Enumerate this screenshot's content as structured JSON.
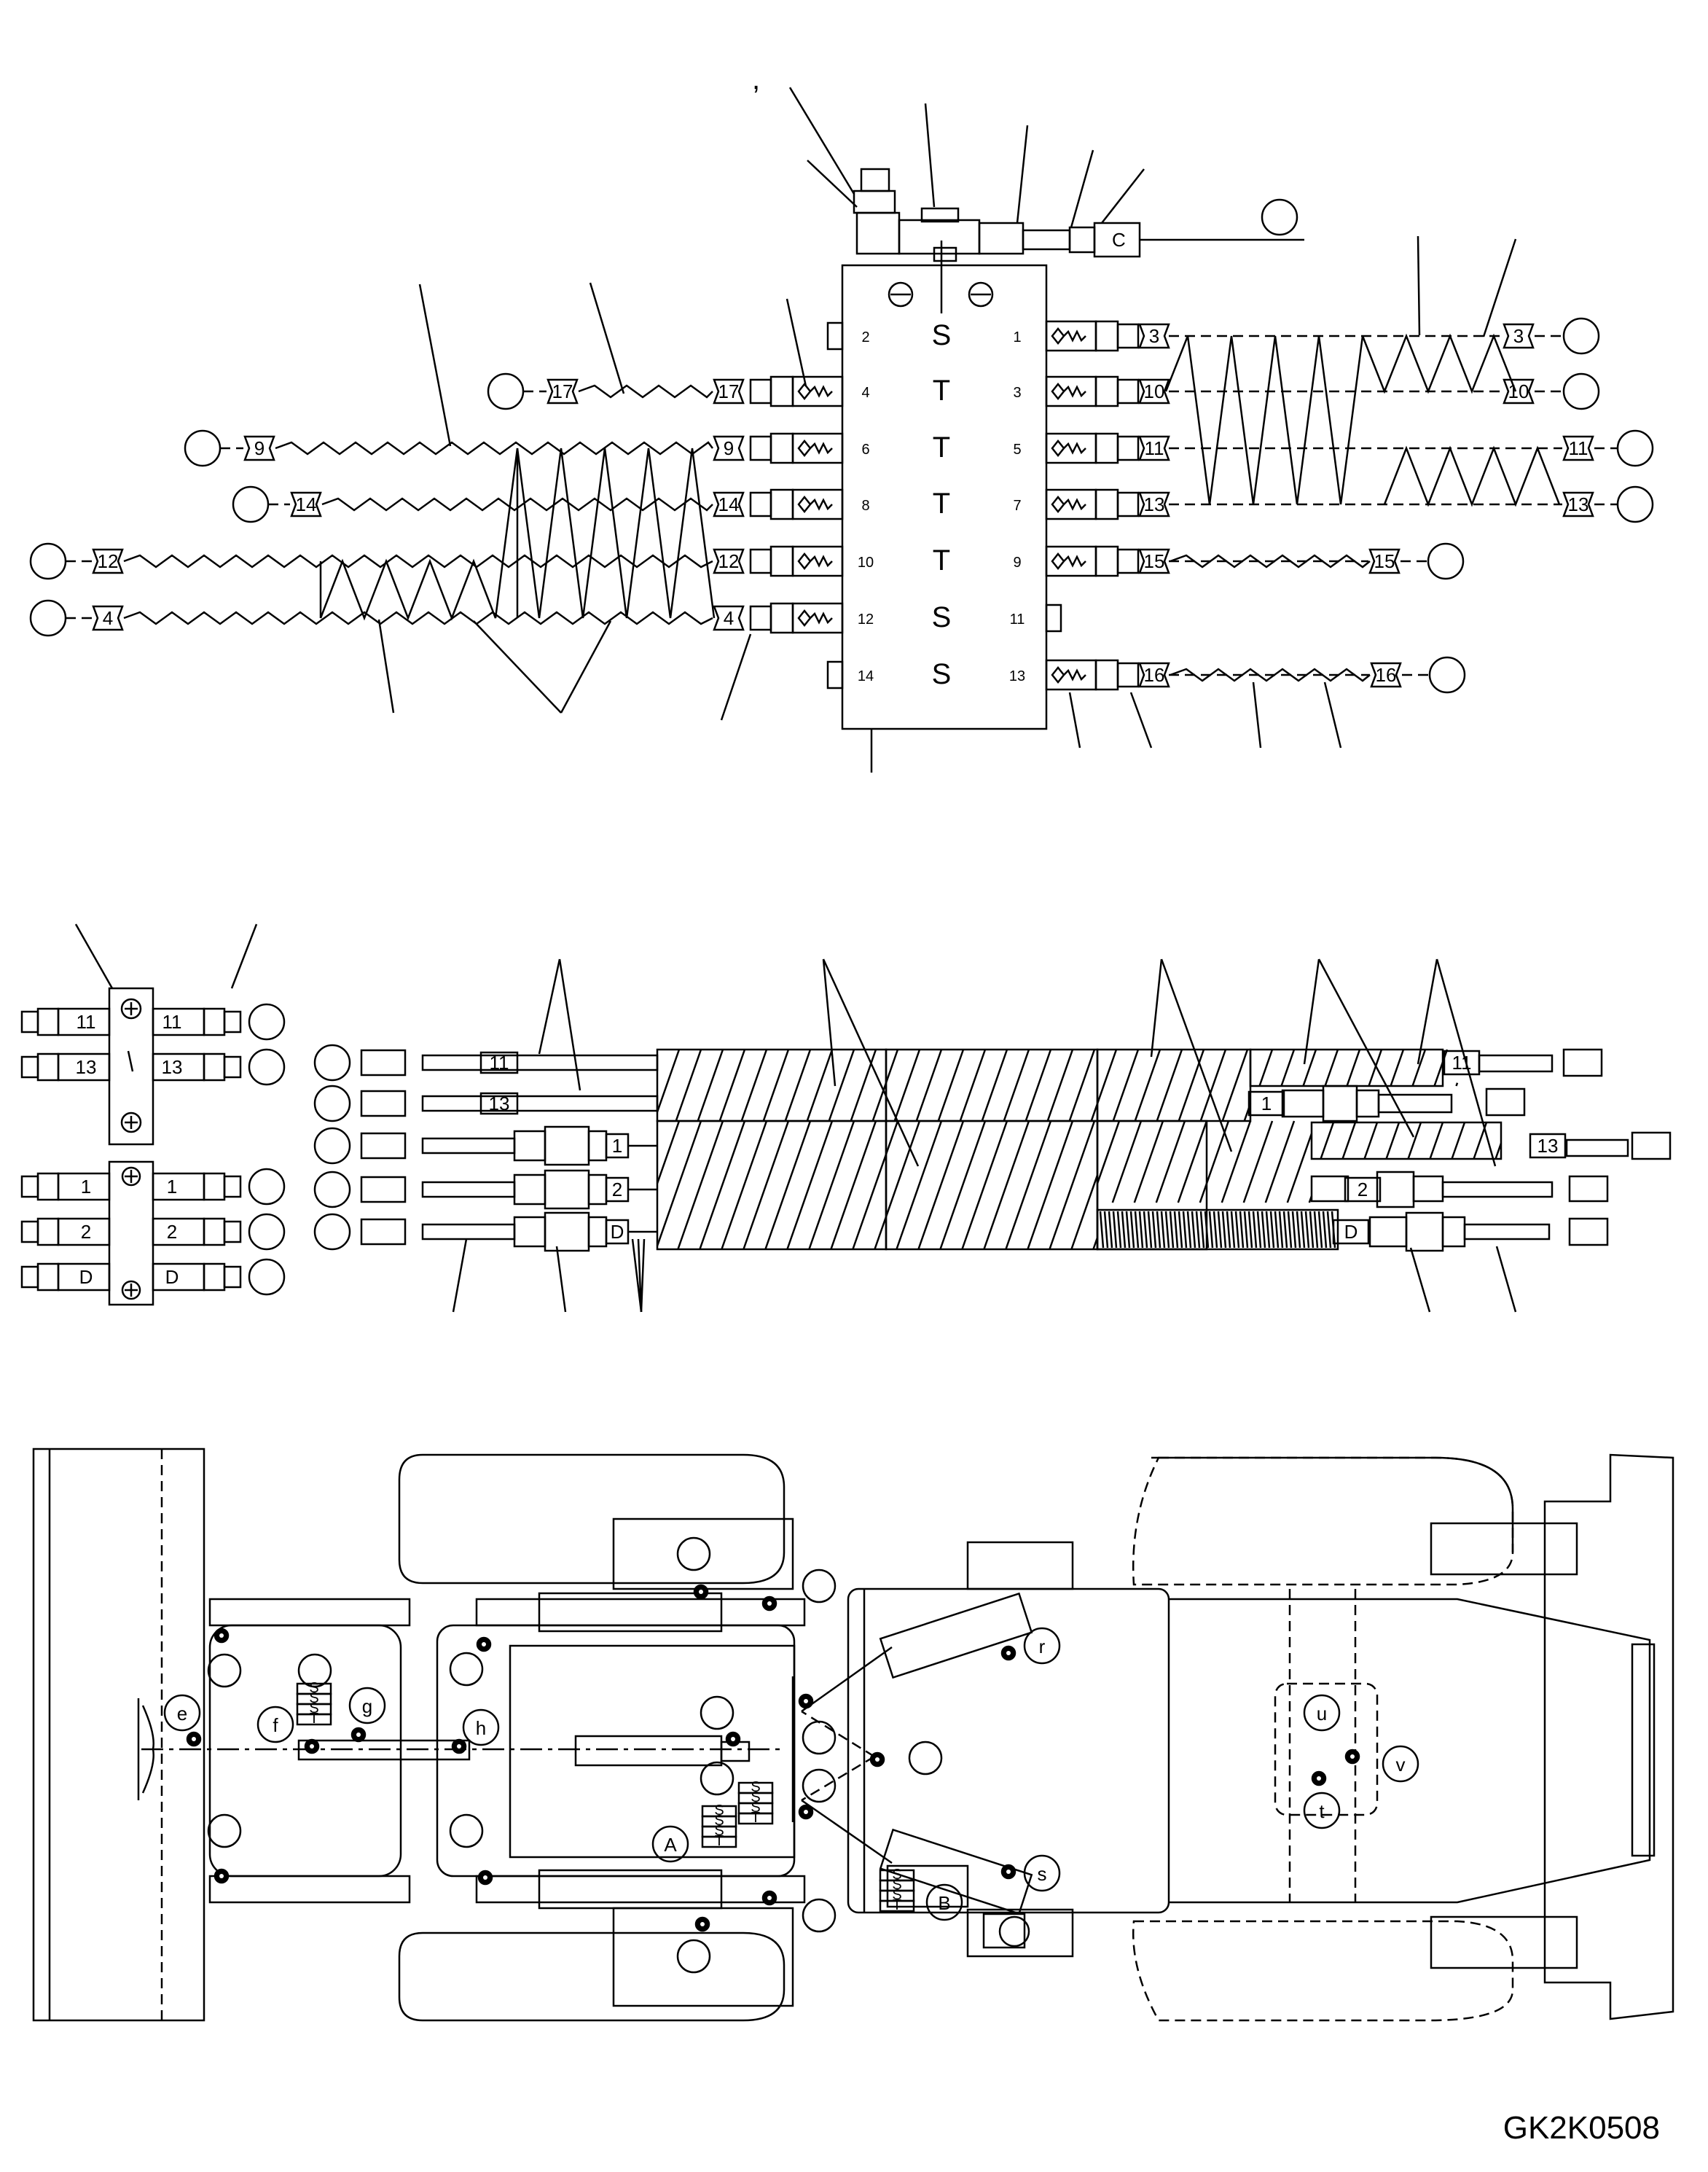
{
  "drawing_code": "GK2K0508",
  "colors": {
    "line": "#000000",
    "background": "#ffffff"
  },
  "manifold": {
    "port_letters": [
      "S",
      "T",
      "T",
      "T",
      "T",
      "S",
      "S"
    ],
    "left_ports": [
      "2",
      "4",
      "6",
      "8",
      "10",
      "12",
      "14"
    ],
    "right_ports": [
      "1",
      "3",
      "5",
      "7",
      "9",
      "11",
      "13"
    ],
    "connector_label": "C"
  },
  "upper_hose_tags": {
    "left": [
      "17",
      "9",
      "14",
      "12",
      "4"
    ],
    "left_far": [
      "17",
      "9",
      "14",
      "12",
      "4"
    ],
    "right": [
      "3",
      "10",
      "11",
      "13",
      "15",
      "16"
    ],
    "right_far": [
      "3",
      "10",
      "11",
      "13",
      "15",
      "16"
    ]
  },
  "swivel_blocks": {
    "upper_pair": [
      "11",
      "13"
    ],
    "lower_trio": [
      "1",
      "2",
      "D"
    ]
  },
  "boom_lines": {
    "left_tags": [
      "11",
      "13",
      "1",
      "2",
      "D"
    ],
    "right_tags": [
      "11",
      "1",
      "13",
      "2",
      "D"
    ]
  },
  "chassis_callouts": [
    "e",
    "f",
    "g",
    "h",
    "r",
    "s",
    "u",
    "v",
    "t",
    "A",
    "B"
  ],
  "grease_plate_text": [
    "S",
    "S",
    "S",
    "T"
  ]
}
